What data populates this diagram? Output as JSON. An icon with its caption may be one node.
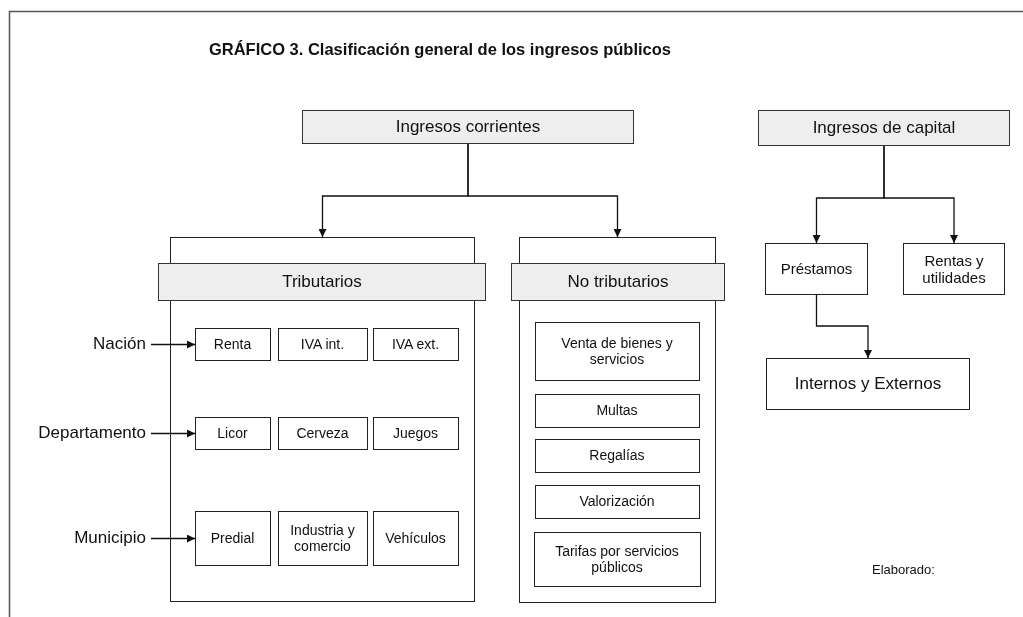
{
  "diagram": {
    "title": "GRÁFICO 3. Clasificación general de los ingresos públicos",
    "nodes": [
      {
        "text": [
          "Ingresos corrientes"
        ]
      },
      {
        "text": [
          "Ingresos de capital"
        ]
      },
      {
        "text": [],
        "shape": "box"
      },
      {
        "text": [
          "Tributarios"
        ]
      },
      {
        "text": [
          "Nación"
        ]
      },
      {
        "text": [
          "Renta"
        ],
        "in": 2
      },
      {
        "text": [
          "IVA int."
        ],
        "in": 2
      },
      {
        "text": [
          "IVA ext."
        ],
        "in": 2
      },
      {
        "text": [
          "Departamento"
        ]
      },
      {
        "text": [
          "Licor"
        ],
        "in": 2
      },
      {
        "text": [
          "Cerveza"
        ],
        "in": 2
      },
      {
        "text": [
          "Juegos"
        ],
        "in": 2
      },
      {
        "text": [
          "Municipio"
        ]
      },
      {
        "text": [
          "Predial"
        ],
        "in": 2
      },
      {
        "text": [
          "Industria y comercio"
        ],
        "in": 2
      },
      {
        "text": [
          "Vehículos"
        ],
        "in": 2
      },
      {
        "text": [],
        "shape": "box"
      },
      {
        "text": [
          "No tributarios"
        ]
      },
      {
        "text": [
          "Venta de bienes y servicios"
        ],
        "in": 16
      },
      {
        "text": [
          "Multas"
        ],
        "in": 16
      },
      {
        "text": [
          "Regalías"
        ],
        "in": 16
      },
      {
        "text": [
          "Valorización"
        ],
        "in": 16
      },
      {
        "text": [
          "Tarifas por servicios públicos"
        ],
        "in": 16
      },
      {
        "text": [
          "Préstamos"
        ]
      },
      {
        "text": [
          "Rentas y utilidades"
        ]
      },
      {
        "text": [
          "Internos y Externos"
        ]
      }
    ],
    "edges": [
      {
        "from": 0,
        "to": 2,
        "arrow": "to"
      },
      {
        "from": 0,
        "to": 16,
        "arrow": "to"
      },
      {
        "from": 1,
        "to": 23,
        "arrow": "to"
      },
      {
        "from": 1,
        "to": 24,
        "arrow": "to"
      },
      {
        "from": 23,
        "to": 25,
        "arrow": "to"
      },
      {
        "from": 4,
        "to": 5,
        "arrow": "to"
      },
      {
        "from": 8,
        "to": 9,
        "arrow": "to"
      },
      {
        "from": 12,
        "to": 13,
        "arrow": "to"
      }
    ],
    "labels": [
      "Elaborado:"
    ]
  }
}
